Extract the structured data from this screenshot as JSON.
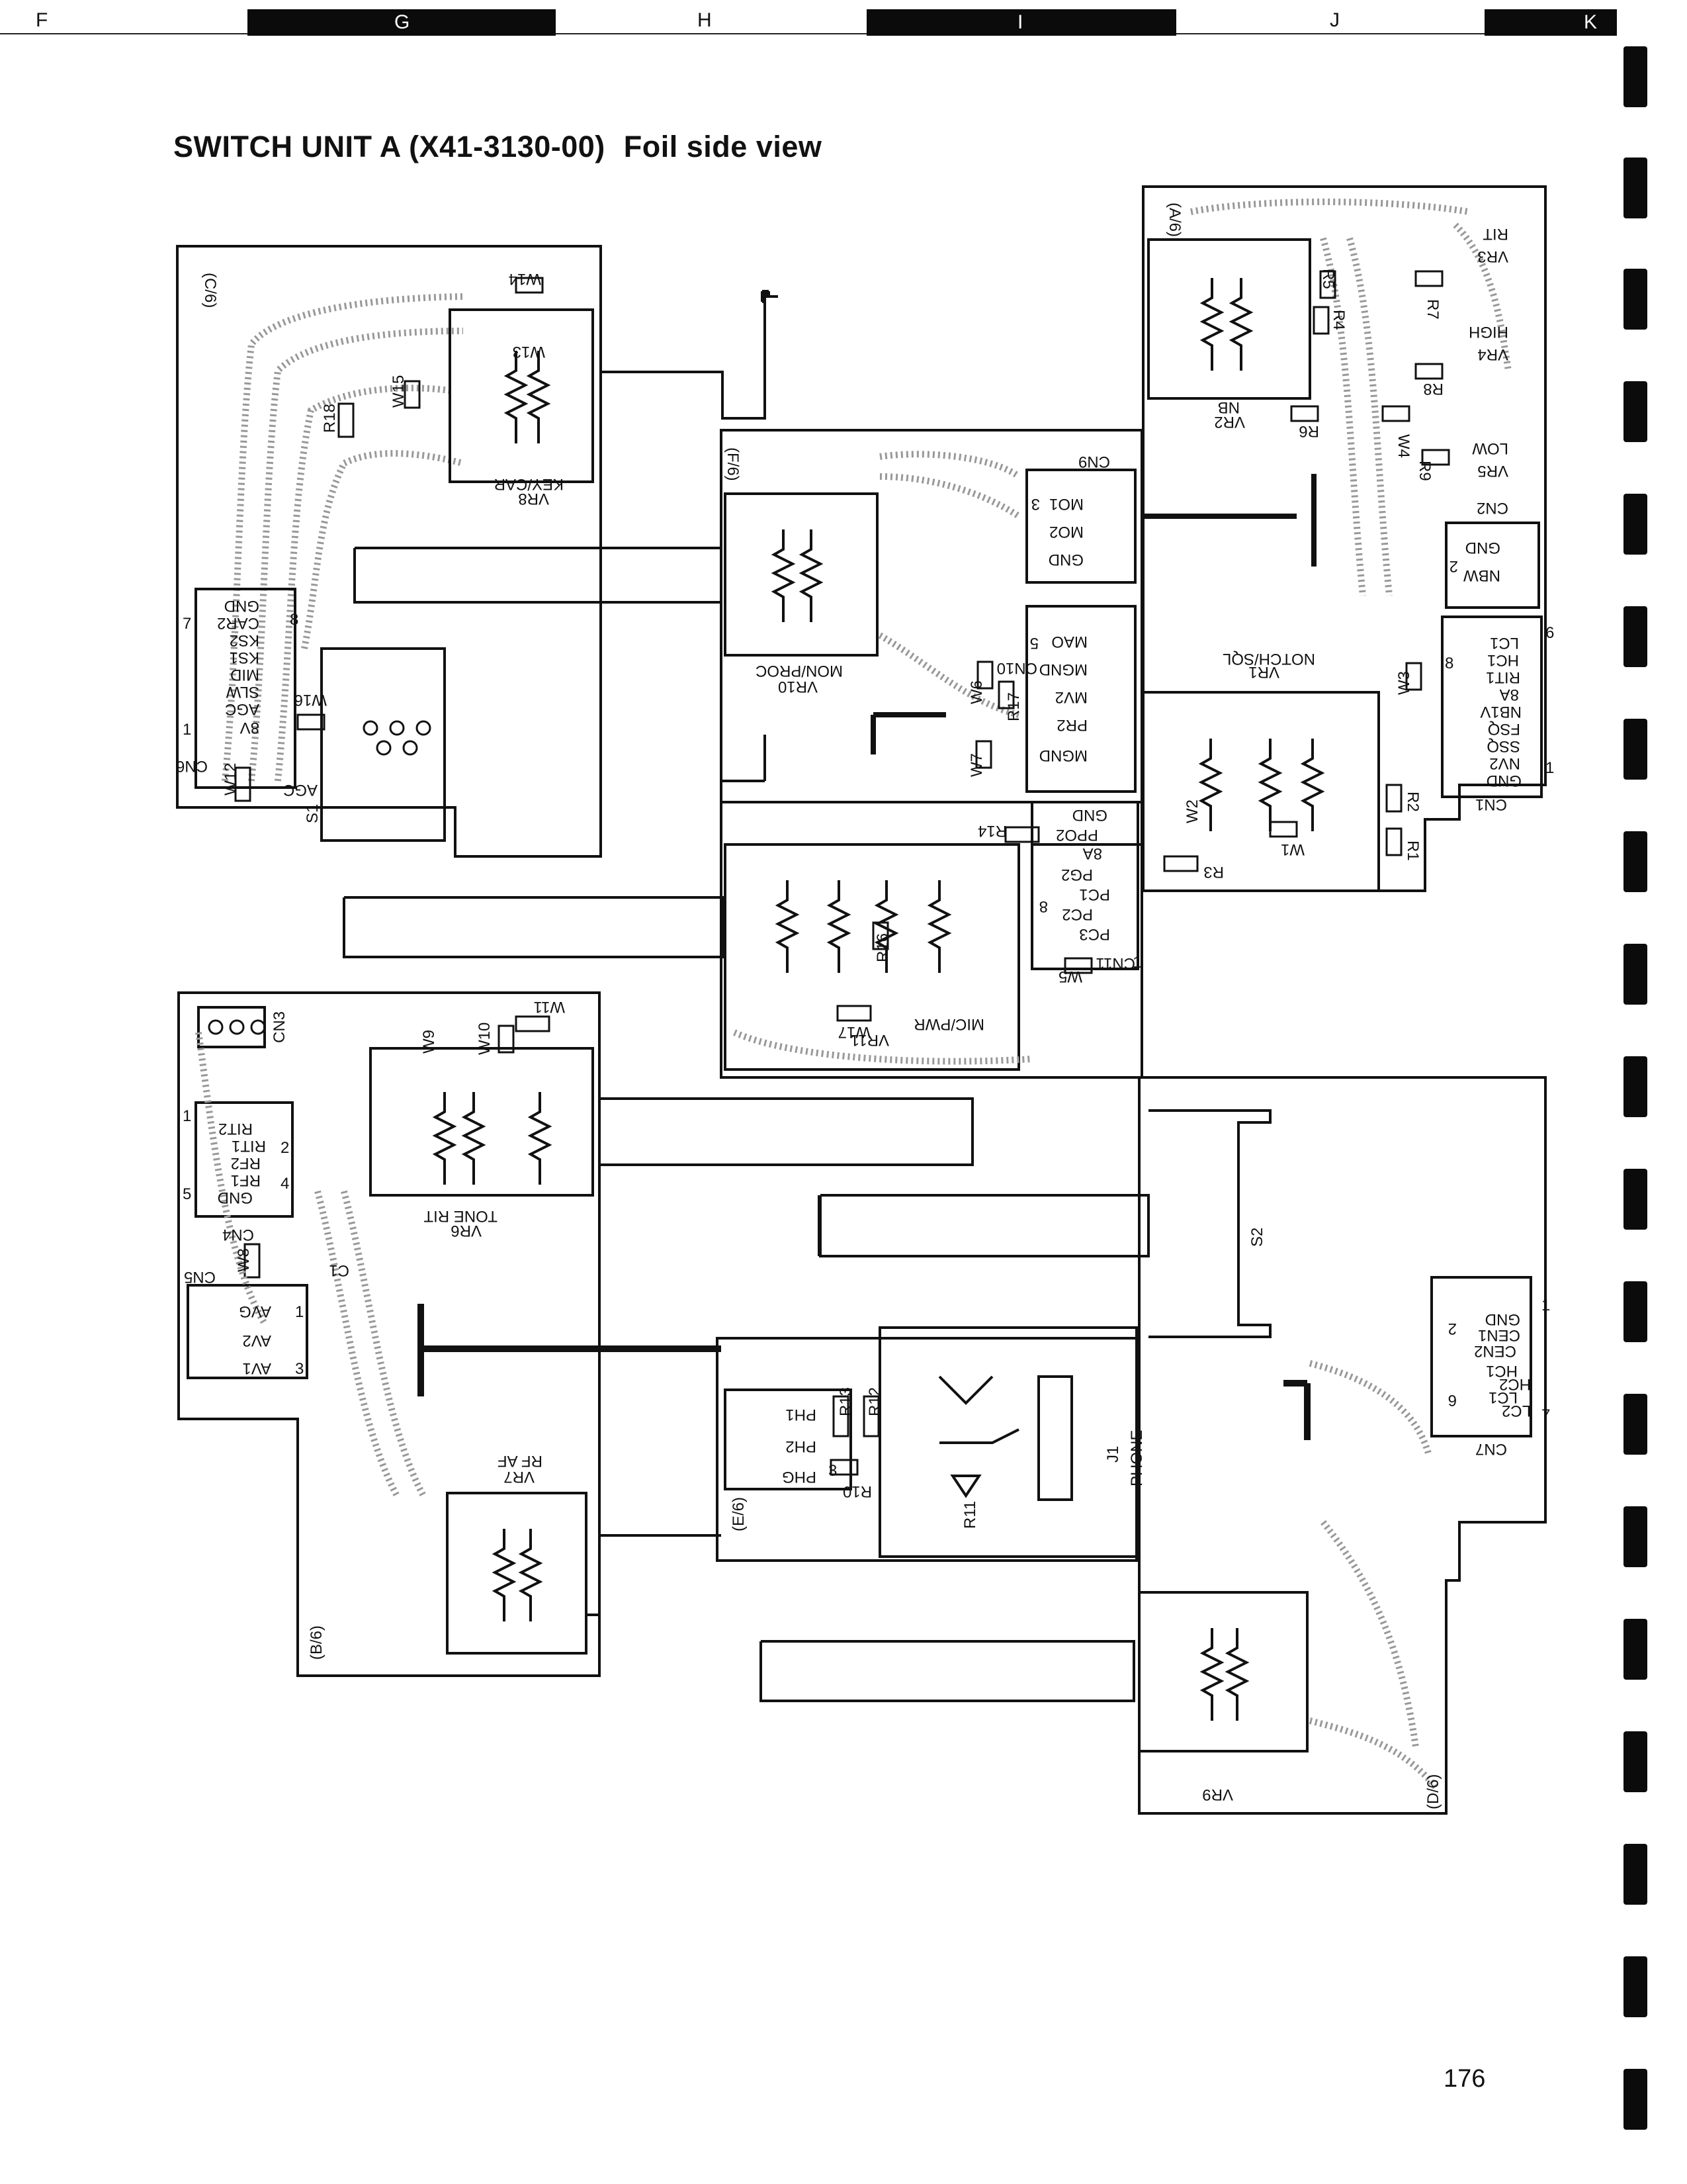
{
  "header": {
    "columns": [
      "F",
      "G",
      "H",
      "I",
      "J",
      "K"
    ]
  },
  "title": {
    "main": "SWITCH UNIT A (X41-3130-00)",
    "sub": "Foil side view"
  },
  "page_number": "176",
  "boards": {
    "c6": {
      "tag": "(C/6)",
      "vr8_name": "VR8",
      "vr8_func": "KEY/CAR",
      "w14": "W14",
      "w13": "W13",
      "w15": "W15",
      "r18": "R18",
      "cn6": "CN6",
      "w12": "W12",
      "w16": "W16",
      "s1": "S1",
      "pin_top": "7",
      "pin_bottom": "1",
      "pins": [
        "8V",
        "AGC",
        "SLW",
        "MID",
        "KS1",
        "KS2",
        "CAR2",
        "GND"
      ],
      "pin8": "8",
      "agc_bottom": "AGC"
    },
    "f6": {
      "tag": "(F/6)",
      "vr10_name": "VR10",
      "vr10_func": "MON/PROC",
      "cn9": "CN9",
      "cn9_pins": [
        "MO1",
        "MO2",
        "GND"
      ],
      "cn9_pin": "3",
      "cn10": "CN10",
      "cn10_pins": [
        "MAO",
        "MGND",
        "MV2",
        "PR2",
        "MGND"
      ],
      "cn10_pin": "5",
      "w6": "W6",
      "w7": "W7",
      "r17": "R17"
    },
    "a6": {
      "tag": "(A/6)",
      "vr2_name": "VR2",
      "vr2_func": "NB",
      "r5": "R5",
      "r4": "R4",
      "r6": "R6",
      "r7": "R7",
      "r8": "R8",
      "r9": "R9",
      "w4": "W4",
      "rit": "RIT",
      "vr3": "VR3",
      "high": "HIGH",
      "vr4": "VR4",
      "low": "LOW",
      "vr5": "VR5",
      "cn2": "CN2",
      "cn2_pins": [
        "GND",
        "NBW"
      ],
      "cn2_pin": "2",
      "vr1_name": "VR1",
      "vr1_func": "NOTCH/SQL",
      "cn1": "CN1",
      "cn1_pins": [
        "LC1",
        "HC1",
        "RIT1",
        "8A",
        "NB1V",
        "FSQ",
        "SSQ",
        "NV2",
        "GND"
      ],
      "cn1_pin_top": "6",
      "cn1_pin_bottom": "1",
      "cn1_pin8": "8",
      "w3": "W3",
      "w2": "W2",
      "w1": "W1",
      "r2": "R2",
      "r1": "R1",
      "r3": "R3"
    },
    "mic": {
      "vr11_name": "VR11",
      "vr11_func": "MIC/PWR",
      "w17": "W17",
      "w5": "W5",
      "r14": "R14",
      "r16": "R16",
      "cn11": "CN11",
      "cn11_pins": [
        "GND",
        "PPO2",
        "8A",
        "PG2",
        "PC1",
        "PC2",
        "PC3"
      ],
      "cn11_pin": "8",
      "cn11_pin1": "1"
    },
    "b6": {
      "tag": "(B/6)",
      "cn3": "CN3",
      "w9": "W9",
      "w10": "W10",
      "w11": "W11",
      "cn4": "CN4",
      "cn4_pins": [
        "RIT2",
        "RIT1",
        "RF2",
        "RF1",
        "GND"
      ],
      "cn4_pin2": "2",
      "cn4_pin4": "4",
      "cn4_pin1": "1",
      "cn4_pin5": "5",
      "vr6_name": "VR6",
      "vr6_func": "TONE RIT",
      "cn5": "CN5",
      "w8": "W8",
      "c1": "C1",
      "cn5_pins": [
        "AVG",
        "AV2",
        "AV1"
      ],
      "cn5_pin1": "1",
      "cn5_pin3": "3",
      "vr7_name": "VR7",
      "vr7_func": "RF AF"
    },
    "e6": {
      "tag": "(E/6)",
      "r13": "R13",
      "r12": "R12",
      "r10": "R10",
      "r11": "R11",
      "ph_pins": [
        "PH1",
        "PH2",
        "PHG"
      ],
      "ph_pin": "3",
      "j1": "J1",
      "j1_func": "PHONE"
    },
    "d6": {
      "tag": "(D/6)",
      "s2": "S2",
      "vr9": "VR9",
      "cn7": "CN7",
      "cn7_pins": [
        "GND",
        "CEN1",
        "CEN2",
        "HC1",
        "HC2",
        "LC1",
        "LC2"
      ],
      "cn7_pin1": "1",
      "cn7_pin2": "2",
      "cn7_pin6": "6",
      "cn7_pin7": "7"
    }
  }
}
